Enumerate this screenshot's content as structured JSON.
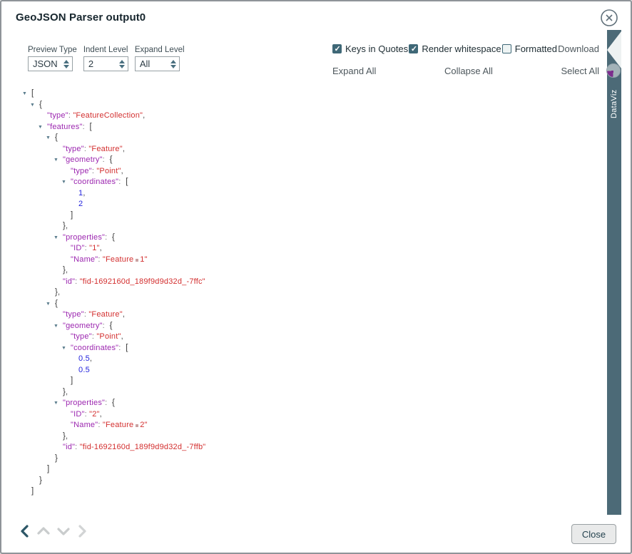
{
  "dialog": {
    "title": "GeoJSON Parser output0"
  },
  "controls": {
    "preview_type": {
      "label": "Preview Type",
      "value": "JSON"
    },
    "indent_level": {
      "label": "Indent Level",
      "value": "2"
    },
    "expand_level": {
      "label": "Expand Level",
      "value": "All"
    }
  },
  "options": {
    "keys_in_quotes": {
      "label": "Keys in Quotes",
      "checked": true
    },
    "render_whitespace": {
      "label": "Render whitespace",
      "checked": true
    },
    "formatted": {
      "label": "Formatted",
      "checked": false
    },
    "download_label": "Download"
  },
  "actions": {
    "expand_all": "Expand All",
    "collapse_all": "Collapse All",
    "select_all": "Select All"
  },
  "side_tab": {
    "label": "DataViz"
  },
  "footer": {
    "close_label": "Close"
  },
  "colors": {
    "accent_teal": "#3f6877",
    "bar_teal": "#4c6a77",
    "toggle_teal": "#5b7d8d",
    "key_purple": "#9c27b0",
    "string_red": "#d32f2f",
    "number_blue": "#2323dd",
    "pie_purple": "#7c2e8d"
  },
  "tree": [
    {
      "i": 0,
      "t": true,
      "p": "["
    },
    {
      "i": 1,
      "t": true,
      "p": "{"
    },
    {
      "i": 2,
      "k": "type",
      "v": "FeatureCollection",
      "vt": "str",
      "c": true
    },
    {
      "i": 2,
      "t": true,
      "k": "features",
      "p": "["
    },
    {
      "i": 3,
      "t": true,
      "p": "{"
    },
    {
      "i": 4,
      "k": "type",
      "v": "Feature",
      "vt": "str",
      "c": true
    },
    {
      "i": 4,
      "t": true,
      "k": "geometry",
      "p": "{"
    },
    {
      "i": 5,
      "k": "type",
      "v": "Point",
      "vt": "str",
      "c": true
    },
    {
      "i": 5,
      "t": true,
      "k": "coordinates",
      "p": "["
    },
    {
      "i": 6,
      "v": "1",
      "vt": "num",
      "c": true
    },
    {
      "i": 6,
      "v": "2",
      "vt": "num"
    },
    {
      "i": 5,
      "p": "]"
    },
    {
      "i": 4,
      "p": "}",
      "c": true
    },
    {
      "i": 4,
      "t": true,
      "k": "properties",
      "p": "{"
    },
    {
      "i": 5,
      "k": "ID",
      "v": "1",
      "vt": "str",
      "c": true
    },
    {
      "i": 5,
      "k": "Name",
      "v": "Feature 1",
      "vt": "str",
      "ws": true
    },
    {
      "i": 4,
      "p": "}",
      "c": true
    },
    {
      "i": 4,
      "k": "id",
      "v": "fid-1692160d_189f9d9d32d_-7ffc",
      "vt": "str"
    },
    {
      "i": 3,
      "p": "}",
      "c": true
    },
    {
      "i": 3,
      "t": true,
      "p": "{"
    },
    {
      "i": 4,
      "k": "type",
      "v": "Feature",
      "vt": "str",
      "c": true
    },
    {
      "i": 4,
      "t": true,
      "k": "geometry",
      "p": "{"
    },
    {
      "i": 5,
      "k": "type",
      "v": "Point",
      "vt": "str",
      "c": true
    },
    {
      "i": 5,
      "t": true,
      "k": "coordinates",
      "p": "["
    },
    {
      "i": 6,
      "v": "0.5",
      "vt": "num",
      "c": true
    },
    {
      "i": 6,
      "v": "0.5",
      "vt": "num"
    },
    {
      "i": 5,
      "p": "]"
    },
    {
      "i": 4,
      "p": "}",
      "c": true
    },
    {
      "i": 4,
      "t": true,
      "k": "properties",
      "p": "{"
    },
    {
      "i": 5,
      "k": "ID",
      "v": "2",
      "vt": "str",
      "c": true
    },
    {
      "i": 5,
      "k": "Name",
      "v": "Feature 2",
      "vt": "str",
      "ws": true
    },
    {
      "i": 4,
      "p": "}",
      "c": true
    },
    {
      "i": 4,
      "k": "id",
      "v": "fid-1692160d_189f9d9d32d_-7ffb",
      "vt": "str"
    },
    {
      "i": 3,
      "p": "}"
    },
    {
      "i": 2,
      "p": "]"
    },
    {
      "i": 1,
      "p": "}"
    },
    {
      "i": 0,
      "p": "]"
    }
  ]
}
